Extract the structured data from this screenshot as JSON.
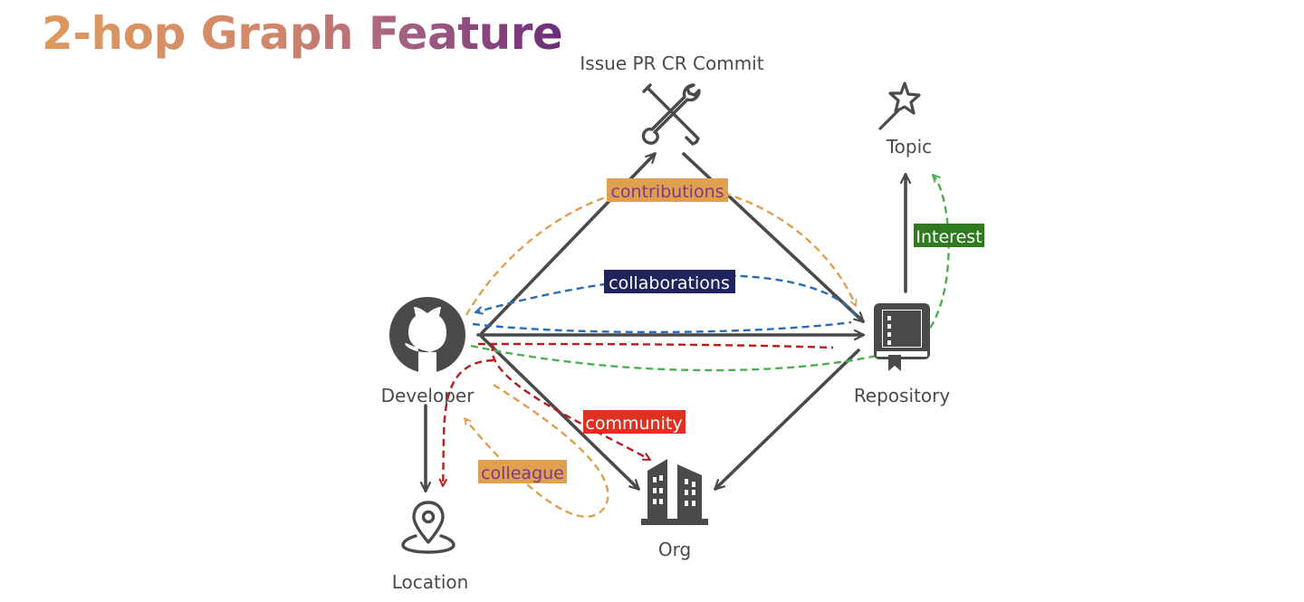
{
  "title": "2-hop Graph Feature",
  "nodes": {
    "developer": {
      "label": "Developer",
      "icon": "github-icon"
    },
    "contribution": {
      "label": "Issue PR CR Commit",
      "icon": "tools-icon"
    },
    "repository": {
      "label": "Repository",
      "icon": "repository-book-icon"
    },
    "topic": {
      "label": "Topic",
      "icon": "magic-wand-icon"
    },
    "org": {
      "label": "Org",
      "icon": "building-icon"
    },
    "location": {
      "label": "Location",
      "icon": "location-pin-icon"
    }
  },
  "relations": {
    "contributions": {
      "label": "contributions",
      "color": "#e09f50",
      "label_bg": "#e0a050",
      "label_text_color": "#7a3a8a"
    },
    "collaborations": {
      "label": "collaborations",
      "color": "#2b6cb5",
      "label_bg": "#1f235e",
      "label_text_color": "#ffffff"
    },
    "interest": {
      "label": "Interest",
      "color": "#4caf50",
      "label_bg": "#2f7a1f",
      "label_text_color": "#ffffff"
    },
    "community": {
      "label": "community",
      "color": "#b81c1c",
      "label_bg": "#e03022",
      "label_text_color": "#ffffff"
    },
    "colleague": {
      "label": "colleague",
      "color": "#e09f50",
      "label_bg": "#e0a050",
      "label_text_color": "#7a3a8a"
    }
  },
  "colors": {
    "solid_edge": "#4a4a4a",
    "icon": "#4a4a4a"
  }
}
